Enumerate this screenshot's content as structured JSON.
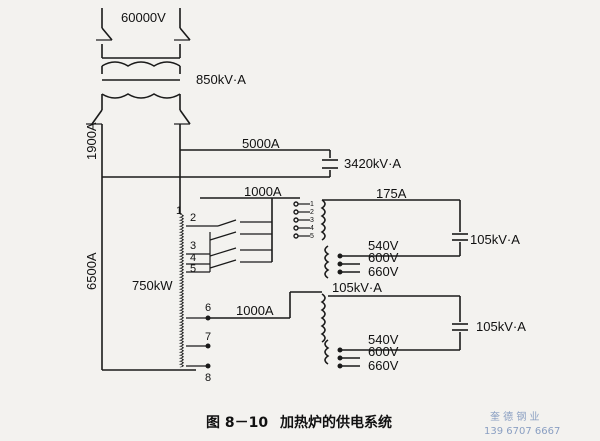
{
  "labels": {
    "supply_voltage": "60000V",
    "main_transformer": "850kV·A",
    "current_upper": "1900A",
    "current_lower": "6500A",
    "branch_current": "5000A",
    "comp_capacitor": "3420kV·A",
    "tap_line_current": "1000A",
    "transformer_a_current": "175A",
    "transformer_a_cap": "105kV·A",
    "furnace_transformer": "750kW",
    "lower_current": "1000A",
    "transformer_b_rating": "105kV·A",
    "transformer_b_cap": "105kV·A"
  },
  "taps_a": [
    "540V",
    "600V",
    "660V"
  ],
  "taps_b": [
    "540V",
    "600V",
    "660V"
  ],
  "tap_numbers": [
    "1",
    "2",
    "3",
    "4",
    "5",
    "6",
    "7",
    "8"
  ],
  "small_taps": [
    "1",
    "2",
    "3",
    "4",
    "5"
  ],
  "caption": {
    "figure_no": "图 8－10",
    "title": "加热炉的供电系统"
  },
  "watermark": {
    "name": "奎 德 钢 业",
    "phone": "139 6707 6667"
  }
}
